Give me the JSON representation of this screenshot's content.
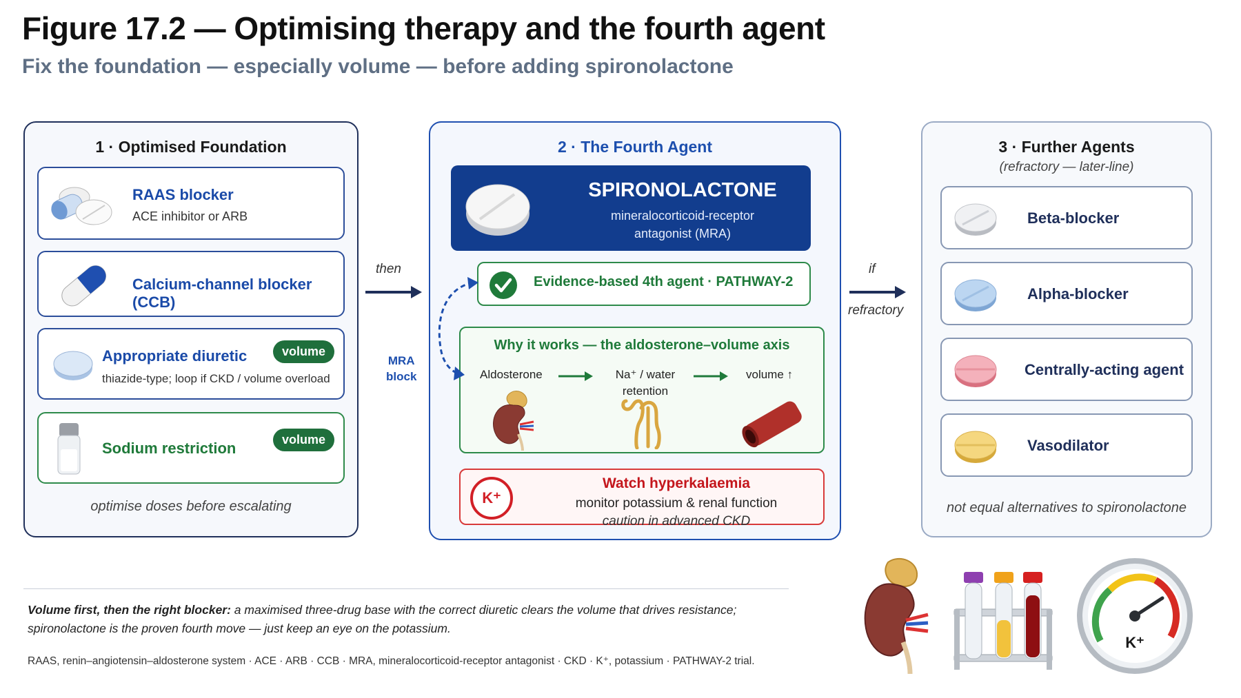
{
  "header": {
    "title": "Figure 17.2 — Optimising therapy and the fourth agent",
    "subtitle": "Fix the foundation — especially volume — before adding spironolactone"
  },
  "panel1": {
    "title": "1 · Optimised Foundation",
    "cards": [
      {
        "title": "RAAS blocker",
        "desc": "ACE inhibitor or ARB",
        "icon": "pills-icon"
      },
      {
        "title": "Calcium-channel blocker (CCB)",
        "desc": "",
        "icon": "capsule-icon"
      },
      {
        "title": "Appropriate diuretic",
        "desc": "thiazide-type; loop if CKD / volume overload",
        "badge": "volume",
        "icon": "pill-icon"
      },
      {
        "title": "Sodium restriction",
        "desc": "",
        "badge": "volume",
        "icon": "salt-shaker-icon"
      }
    ],
    "footer": "optimise doses before escalating"
  },
  "connector1": {
    "label": "then"
  },
  "mra_label": {
    "line1": "MRA",
    "line2": "block"
  },
  "panel2": {
    "title": "2 · The Fourth Agent",
    "drug": {
      "name": "SPIRONOLACTONE",
      "desc_line1": "mineralocorticoid-receptor",
      "desc_line2": "antagonist (MRA)"
    },
    "evidence": "Evidence-based 4th agent · PATHWAY-2",
    "why": {
      "title": "Why it works — the aldosterone–volume axis",
      "step1": "Aldosterone",
      "step2_line1": "Na⁺ / water",
      "step2_line2": "retention",
      "step3": "volume ↑"
    },
    "warning": {
      "icon_text": "K⁺",
      "title": "Watch hyperkalaemia",
      "line1": "monitor potassium & renal function",
      "line2": "caution in advanced CKD"
    }
  },
  "connector2": {
    "label_top": "if",
    "label_bottom": "refractory"
  },
  "panel3": {
    "title": "3 · Further Agents",
    "subtitle": "(refractory — later-line)",
    "cards": [
      {
        "title": "Beta-blocker",
        "pill_color": "#e8e8ea"
      },
      {
        "title": "Alpha-blocker",
        "pill_color": "#b9d3ee"
      },
      {
        "title": "Centrally-acting agent",
        "pill_color": "#f2a7b1"
      },
      {
        "title": "Vasodilator",
        "pill_color": "#f3d27a"
      }
    ],
    "footer": "not equal alternatives to spironolactone"
  },
  "summary": {
    "bold": "Volume first, then the right blocker:",
    "text": " a maximised three-drug base with the correct diuretic clears the volume that drives resistance; spironolactone is the proven fourth move — just keep an eye on the potassium."
  },
  "abbreviations": "RAAS, renin–angiotensin–aldosterone system · ACE · ARB · CCB · MRA, mineralocorticoid-receptor antagonist · CKD · K⁺, potassium · PATHWAY-2 trial.",
  "gauge": {
    "label": "K⁺"
  },
  "colors": {
    "navy": "#123d8e",
    "green": "#1f7a3a",
    "red": "#c4161c",
    "blue": "#1d4fae"
  }
}
